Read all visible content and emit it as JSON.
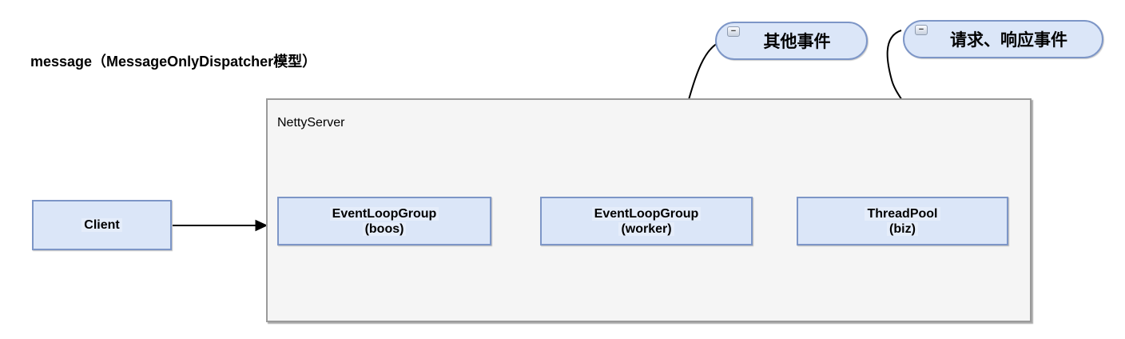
{
  "title": "message（MessageOnlyDispatcher模型）",
  "client": {
    "label": "Client"
  },
  "server_container": {
    "label": "NettyServer"
  },
  "nodes": [
    {
      "name": "EventLoopGroup",
      "sub": "(boos)"
    },
    {
      "name": "EventLoopGroup",
      "sub": "(worker)"
    },
    {
      "name": "ThreadPool",
      "sub": "(biz)"
    }
  ],
  "callouts": [
    {
      "label": "其他事件",
      "collapse_glyph": "−"
    },
    {
      "label": "请求、响应事件",
      "collapse_glyph": "−"
    }
  ],
  "colors": {
    "node_fill": "#dbe6f8",
    "node_border": "#7d96c7",
    "container_fill": "#f5f5f5",
    "container_border": "#9a9a9a",
    "connector": "#000000",
    "text": "#000000"
  }
}
